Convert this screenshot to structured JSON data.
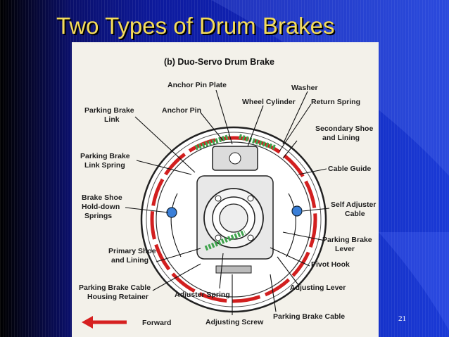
{
  "slide": {
    "title": "Two Types of Drum Brakes",
    "slide_number": "21",
    "colors": {
      "title": "#f4dc5a",
      "background": "#1230c0",
      "panel": "#f3f1ea",
      "drum_ring": "#d21f1f",
      "spring": "#3fa34d",
      "pin": "#3a7fd8",
      "arrow": "#d62020"
    }
  },
  "figure": {
    "title": "(b) Duo-Servo Drum Brake",
    "forward_label": "Forward",
    "labels": {
      "anchor_pin_plate": "Anchor Pin Plate",
      "washer": "Washer",
      "wheel_cylinder": "Wheel Cylinder",
      "return_spring": "Return Spring",
      "anchor_pin": "Anchor Pin",
      "parking_brake_link": [
        "Parking Brake",
        "Link"
      ],
      "secondary_shoe": [
        "Secondary Shoe",
        "and Lining"
      ],
      "parking_brake_link_spring": [
        "Parking Brake",
        "Link Spring"
      ],
      "cable_guide": "Cable Guide",
      "brake_shoe_hold_down": [
        "Brake Shoe",
        "Hold-down",
        "Springs"
      ],
      "self_adjuster_cable": [
        "Self Adjuster",
        "Cable"
      ],
      "primary_shoe": [
        "Primary Shoe",
        "and Lining"
      ],
      "parking_brake_lever": [
        "Parking Brake",
        "Lever"
      ],
      "pivot_hook": "Pivot Hook",
      "parking_brake_cable_housing": [
        "Parking Brake Cable",
        "Housing Retainer"
      ],
      "adjuster_spring": "Adjuster Spring",
      "adjusting_lever": "Adjusting Lever",
      "adjusting_screw": "Adjusting Screw",
      "parking_brake_cable": "Parking Brake Cable"
    }
  }
}
